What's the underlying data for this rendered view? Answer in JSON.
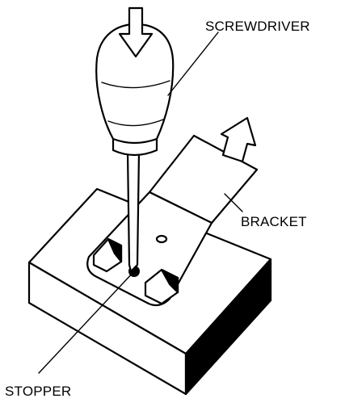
{
  "labels": {
    "screwdriver": "SCREWDRIVER",
    "bracket": "BRACKET",
    "stopper": "STOPPER"
  },
  "colors": {
    "ink": "#000000",
    "paper": "#ffffff"
  }
}
